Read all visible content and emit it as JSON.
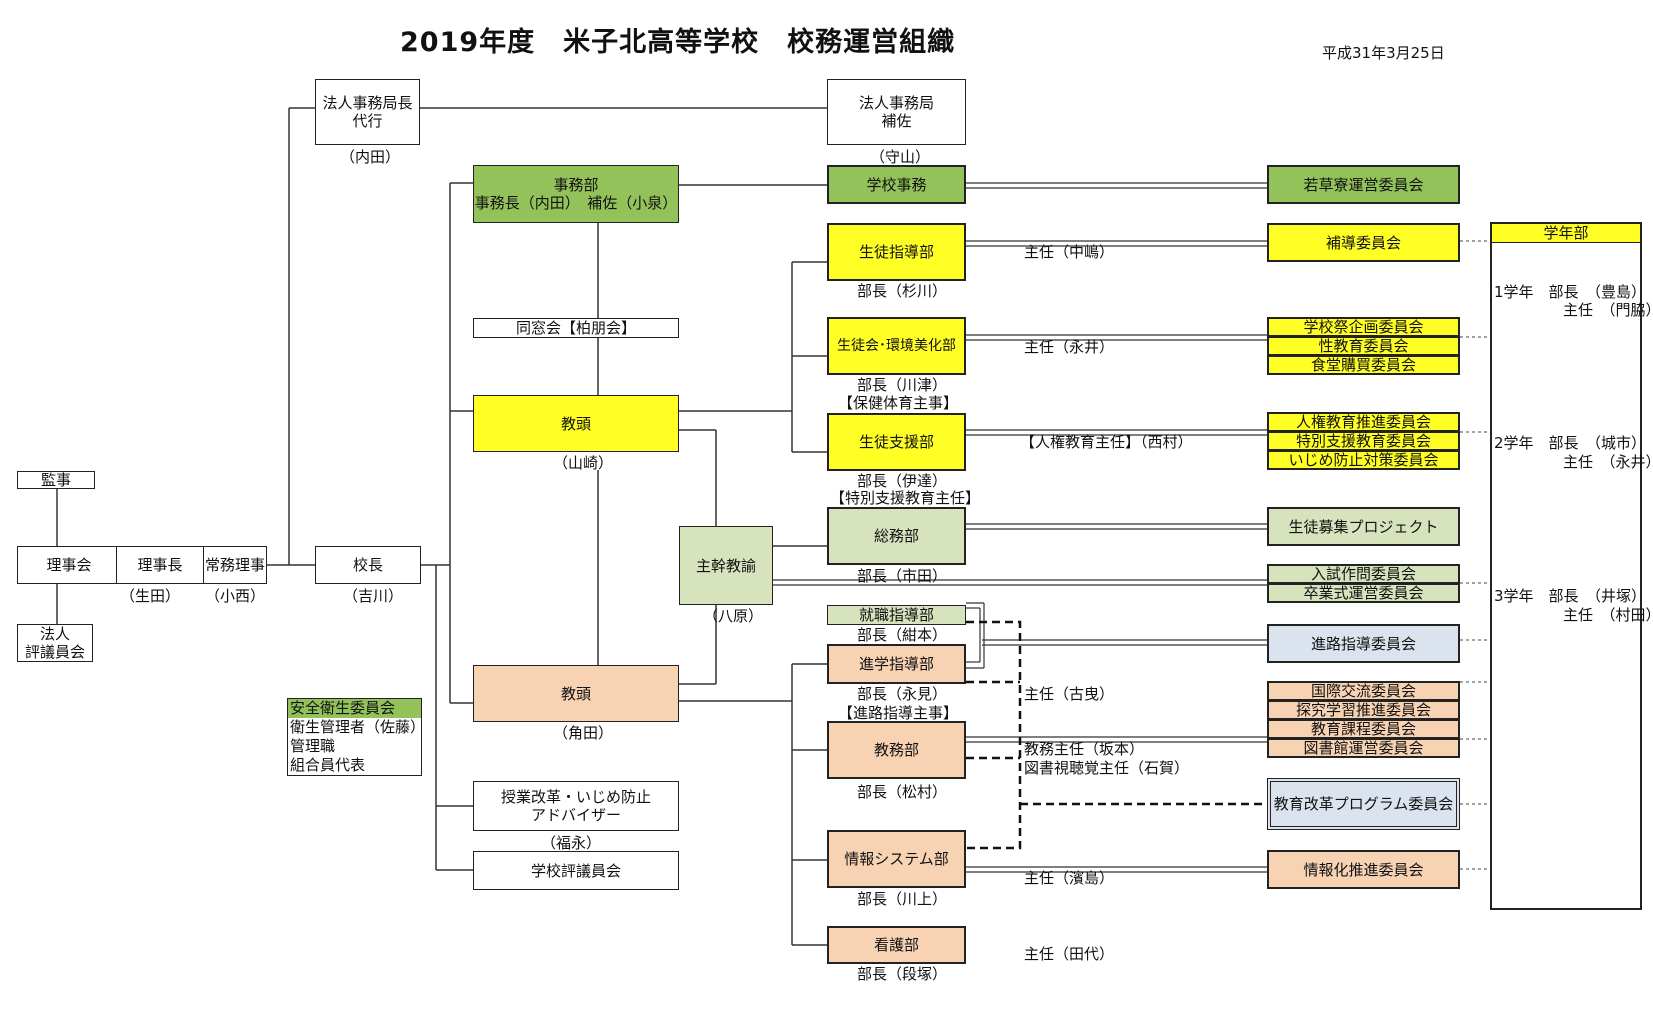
{
  "title": "2019年度　米子北高等学校　校務運営組織",
  "date": "平成31年3月25日",
  "colors": {
    "green": "#93c25a",
    "yellow": "#ffff26",
    "orange": "#f7d3b3",
    "sage": "#d7e3bd",
    "blue": "#dbe3ee"
  },
  "left": {
    "kanji": "監事",
    "rijikai": "理事会",
    "hyogiin": "法人\n評議員会",
    "rijicho": "理事長",
    "rijicho_name": "（生田）",
    "jomu": "常務理事",
    "jomu_name": "（小西）",
    "kocho": "校長",
    "kocho_name": "（吉川）"
  },
  "corp": {
    "chief": "法人事務局長\n代行",
    "chief_name": "（内田）",
    "office": "法人事務局\n補佐",
    "office_name": "（守山）"
  },
  "jimu": {
    "title": "事務部",
    "sub": "事務長（内田）　補佐（小泉）"
  },
  "dosokai": "同窓会【柏朋会】",
  "kyoto1": {
    "title": "教頭",
    "name": "（山崎）"
  },
  "kyoto2": {
    "title": "教頭",
    "name": "（角田）"
  },
  "shukan": {
    "title": "主幹教諭",
    "name": "（八原）"
  },
  "advisor": {
    "title": "授業改革・いじめ防止\nアドバイザー",
    "name": "（福永）"
  },
  "hyogi": "学校評議員会",
  "safety": {
    "head": "安全衛生委員会",
    "lines": [
      "衛生管理者（佐藤）",
      "管理職",
      "組合員代表"
    ]
  },
  "depts": {
    "gakko_jimu": "学校事務",
    "seito_shido": {
      "title": "生徒指導部",
      "head": "部長（杉川）",
      "chief": "主任（中嶋）"
    },
    "seitokai": {
      "title": "生徒会･環境美化部",
      "head": "部長（川津）",
      "note": "【保健体育主事】",
      "chief": "主任（永井）"
    },
    "seito_shien": {
      "title": "生徒支援部",
      "head": "部長（伊達）",
      "note": "【特別支援教育主任】",
      "chief": "【人権教育主任】（西村）"
    },
    "somu": {
      "title": "総務部",
      "head": "部長（市田）"
    },
    "shushoku": {
      "title": "就職指導部",
      "head": "部長（紺本）"
    },
    "shingaku": {
      "title": "進学指導部",
      "head": "部長（永見）",
      "note": "【進路指導主事】",
      "chief": "主任（古曳）"
    },
    "kyomu": {
      "title": "教務部",
      "head": "部長（松村）",
      "chief1": "教務主任（坂本）",
      "chief2": "図書視聴覚主任（石賀）"
    },
    "joho": {
      "title": "情報システム部",
      "head": "部長（川上）",
      "chief": "主任（濱島）"
    },
    "kango": {
      "title": "看護部",
      "head": "部長（段塚）",
      "chief": "主任（田代）"
    }
  },
  "committees": {
    "wakakusa": "若草寮運営委員会",
    "hodo": "補導委員会",
    "group1": [
      "学校祭企画委員会",
      "性教育委員会",
      "食堂購買委員会"
    ],
    "group2": [
      "人権教育推進委員会",
      "特別支援教育委員会",
      "いじめ防止対策委員会"
    ],
    "boshu": "生徒募集プロジェクト",
    "group3": [
      "入試作問委員会",
      "卒業式運営委員会"
    ],
    "shinro": "進路指導委員会",
    "group4": [
      "国際交流委員会",
      "探究学習推進委員会",
      "教育課程委員会",
      "図書館運営委員会"
    ],
    "kaikaku": "教育改革プログラム委員会",
    "johoka": "情報化推進委員会"
  },
  "grade": {
    "head": "学年部",
    "g1a": "1学年　部長　（豊島）",
    "g1b": "主任　（門脇）",
    "g2a": "2学年　部長　（城市）",
    "g2b": "主任　（永井）",
    "g3a": "3学年　部長　（井塚）",
    "g3b": "主任　（村田）"
  }
}
